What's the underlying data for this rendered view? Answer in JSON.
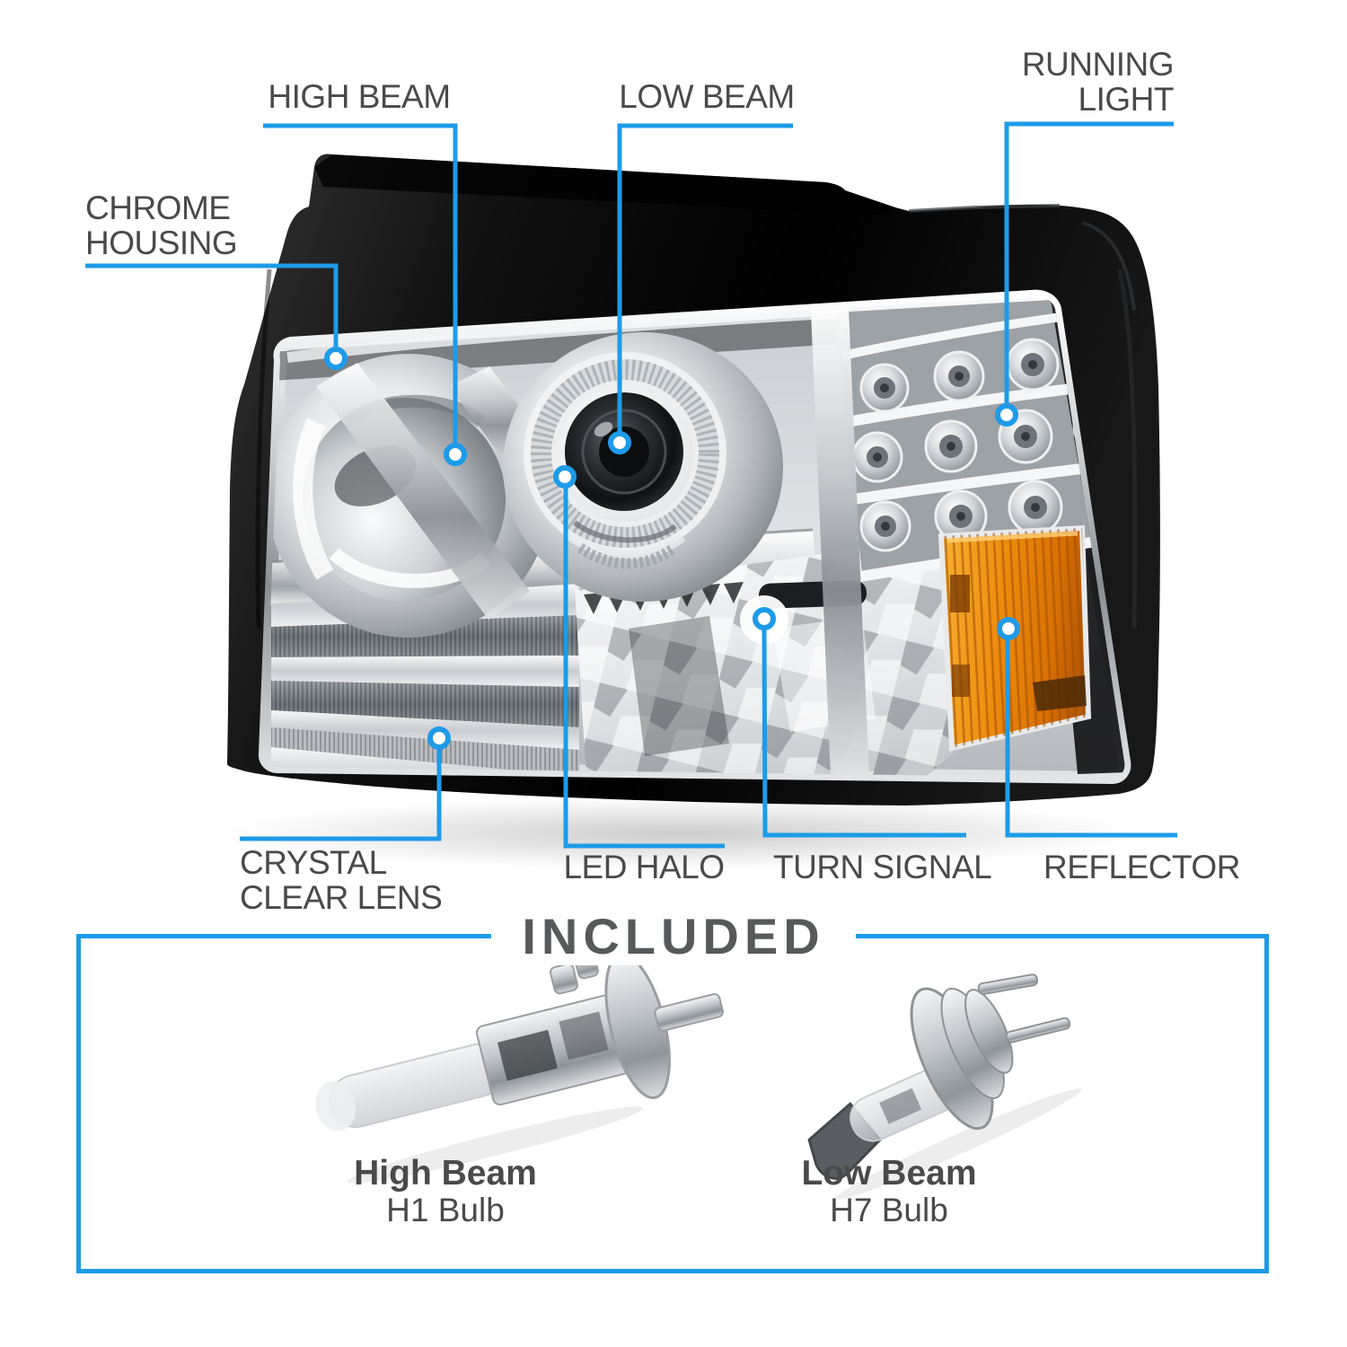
{
  "colors": {
    "accent_blue": "#1e9be8",
    "label_text": "#4a4a4a",
    "heading_text": "#58595b",
    "amber_reflector": "#ef8c0d",
    "housing_black": "#0a0a0a"
  },
  "callouts": {
    "high_beam": {
      "label": "HIGH BEAM"
    },
    "low_beam": {
      "label": "LOW BEAM"
    },
    "running_light": {
      "line1": "RUNNING",
      "line2": "LIGHT"
    },
    "chrome_housing": {
      "line1": "CHROME",
      "line2": "HOUSING"
    },
    "crystal_clear_lens": {
      "line1": "CRYSTAL",
      "line2": "CLEAR LENS"
    },
    "led_halo": {
      "label": "LED HALO"
    },
    "turn_signal": {
      "label": "TURN SIGNAL"
    },
    "reflector": {
      "label": "REFLECTOR"
    }
  },
  "included": {
    "title": "INCLUDED",
    "items": [
      {
        "name": "High Beam",
        "bulb": "H1 Bulb"
      },
      {
        "name": "Low Beam",
        "bulb": "H7 Bulb"
      }
    ]
  }
}
